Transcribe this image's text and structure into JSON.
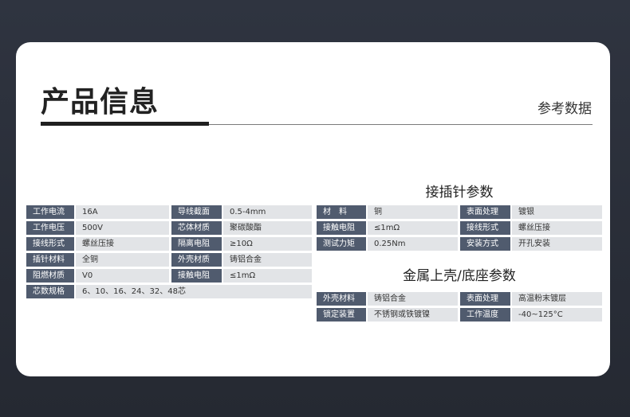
{
  "header": {
    "title": "产品信息",
    "subtitle": "参考数据"
  },
  "left_table": {
    "rows": [
      {
        "k1": "工作电流",
        "v1": "16A",
        "k2": "导线截面",
        "v2": "0.5-4mm"
      },
      {
        "k1": "工作电压",
        "v1": "500V",
        "k2": "芯体材质",
        "v2": "聚碳酸酯"
      },
      {
        "k1": "接线形式",
        "v1": "螺丝压接",
        "k2": "隔离电阻",
        "v2": "≥10Ω"
      },
      {
        "k1": "插针材料",
        "v1": "全铜",
        "k2": "外壳材质",
        "v2": "铸铝合金"
      },
      {
        "k1": "阻燃材质",
        "v1": "V0",
        "k2": "接触电阻",
        "v2": "≤1mΩ"
      }
    ],
    "last_row": {
      "k": "芯数规格",
      "v": "6、10、16、24、32、48芯"
    }
  },
  "pin_section": {
    "title": "接插针参数",
    "rows": [
      {
        "k1": "材　料",
        "v1": "铜",
        "k2": "表面处理",
        "v2": "镀银"
      },
      {
        "k1": "接触电阻",
        "v1": "≤1mΩ",
        "k2": "接线形式",
        "v2": "螺丝压接"
      },
      {
        "k1": "测试力矩",
        "v1": "0.25Nm",
        "k2": "安装方式",
        "v2": "开孔安装"
      }
    ]
  },
  "shell_section": {
    "title": "金属上壳/底座参数",
    "rows": [
      {
        "k1": "外壳材料",
        "v1": "铸铝合金",
        "k2": "表面处理",
        "v2": "高温粉末镀层"
      },
      {
        "k1": "锁定装置",
        "v1": "不锈钢或铁镀镍",
        "k2": "工作温度",
        "v2": "-40~125°C"
      }
    ]
  }
}
